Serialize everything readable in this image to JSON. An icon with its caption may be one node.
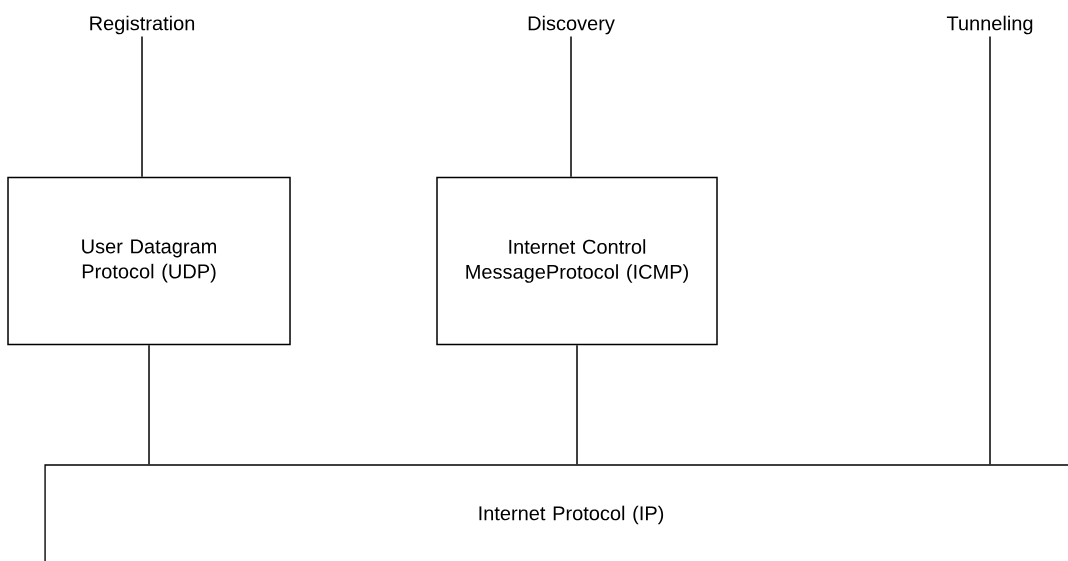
{
  "diagram": {
    "nodes": [
      {
        "text": [
          "Registration"
        ]
      },
      {
        "text": [
          "Discovery"
        ]
      },
      {
        "text": [
          "Tunneling"
        ]
      },
      {
        "text": [
          "User Datagram Protocol (UDP)"
        ]
      },
      {
        "text": [
          "Internet Control MessageProtocol (ICMP)"
        ]
      },
      {
        "text": [
          "Internet Protocol (IP)"
        ]
      }
    ],
    "edges": [
      {
        "from": 0,
        "to": 3,
        "arrow": "none"
      },
      {
        "from": 1,
        "to": 4,
        "arrow": "none"
      },
      {
        "from": 3,
        "to": 5,
        "arrow": "none"
      },
      {
        "from": 4,
        "to": 5,
        "arrow": "none"
      },
      {
        "from": 2,
        "to": 5,
        "arrow": "none"
      }
    ]
  }
}
